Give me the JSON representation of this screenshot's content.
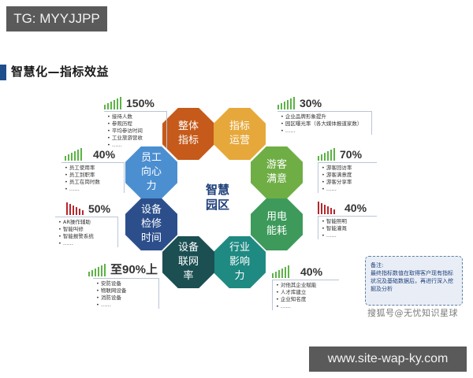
{
  "badges": {
    "top_left": "TG: MYYJJPP",
    "bottom_right": "www.site-wap-ky.com"
  },
  "header": {
    "title": "智慧化—指标效益"
  },
  "center": {
    "label": "智慧\n园区"
  },
  "colors": {
    "accent_bar": "#1f4e8c",
    "growth_bars": "#5cb346",
    "decline_bars": "#b7272d"
  },
  "octagons": [
    {
      "id": "overall",
      "label": "整体\n指标",
      "color": "#c65a1a"
    },
    {
      "id": "operation",
      "label": "指标\n运营",
      "color": "#e6a83a"
    },
    {
      "id": "visitor",
      "label": "游客\n满意",
      "color": "#6fae45"
    },
    {
      "id": "power",
      "label": "用电\n能耗",
      "color": "#3d9a5a"
    },
    {
      "id": "industry",
      "label": "行业\n影响\n力",
      "color": "#1f8a82"
    },
    {
      "id": "network",
      "label": "设备\n联网\n率",
      "color": "#1b4f52"
    },
    {
      "id": "maintenance",
      "label": "设备\n检修\n时间",
      "color": "#2c4f8c"
    },
    {
      "id": "staff",
      "label": "员工\n向心\n力",
      "color": "#4b8fd1"
    }
  ],
  "metrics": [
    {
      "id": "overall",
      "value": "150%",
      "trend": "up",
      "items": [
        "接待人数",
        "参观历程",
        "平均参访时间",
        "工业旅游营收",
        "……"
      ]
    },
    {
      "id": "operation",
      "value": "30%",
      "trend": "up",
      "items": [
        "企业品牌形象提升",
        "园区曝光率（各大媒体报道家数）",
        "……"
      ]
    },
    {
      "id": "staff",
      "value": "40%",
      "trend": "up",
      "items": [
        "员工使用率",
        "员工到职率",
        "员工在岗时数",
        "……"
      ]
    },
    {
      "id": "visitor",
      "value": "70%",
      "trend": "up",
      "items": [
        "游客回访率",
        "游客满意度",
        "游客分享率",
        "……"
      ]
    },
    {
      "id": "maintenance",
      "value": "50%",
      "trend": "down",
      "items": [
        "AR操作辅助",
        "智能叫修",
        "智能报警系统",
        "……"
      ]
    },
    {
      "id": "power",
      "value": "40%",
      "trend": "down",
      "items": [
        "智能照明",
        "智能灌溉",
        "……"
      ]
    },
    {
      "id": "network",
      "value": "至90%上",
      "trend": "up",
      "items": [
        "安防设备",
        "物联网设备",
        "消防设备",
        "……"
      ]
    },
    {
      "id": "industry",
      "value": "40%",
      "trend": "up",
      "items": [
        "对他其企业赋能",
        "人才库建立",
        "企业知名度",
        "……"
      ]
    }
  ],
  "note": {
    "title": "备注:",
    "body": "最终指标数值在取得客户现有指标状况及基础数据后，再进行深入挖掘及分析"
  },
  "watermark": "搜狐号@无忧知识星球"
}
